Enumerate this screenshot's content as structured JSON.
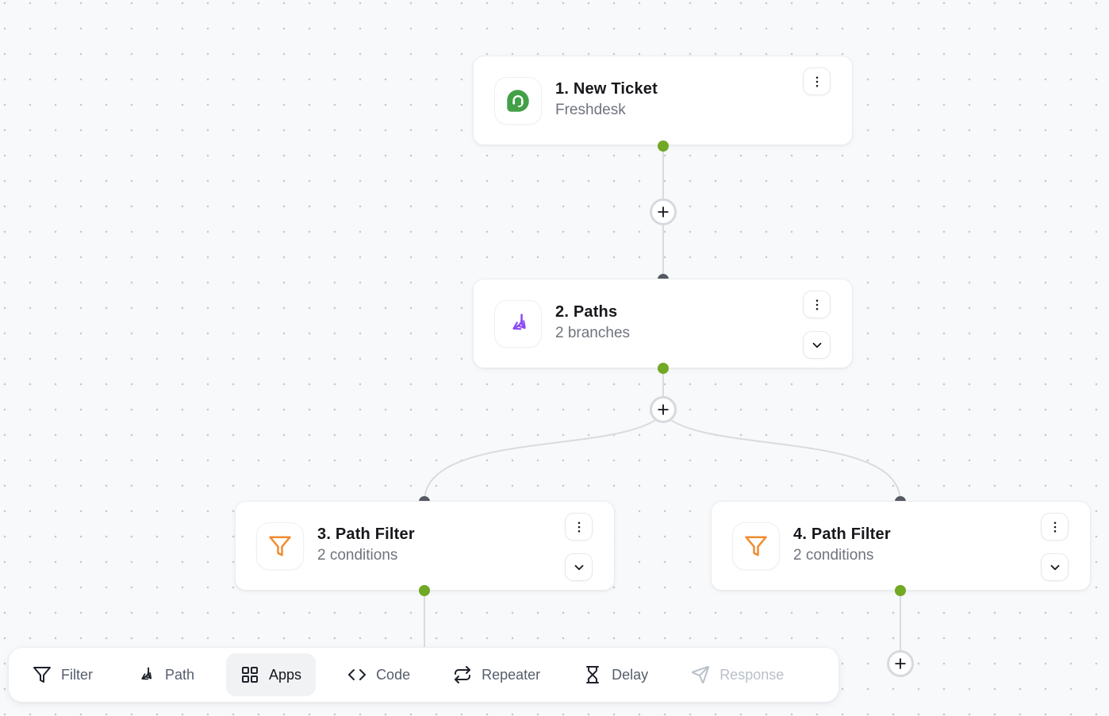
{
  "canvas": {
    "nodes": [
      {
        "title": "1. New Ticket",
        "subtitle": "Freshdesk",
        "app_icon": "freshdesk-icon",
        "icon_color": "#43a047",
        "has_expand": false
      },
      {
        "title": "2. Paths",
        "subtitle": "2 branches",
        "app_icon": "paths-split-icon",
        "icon_color": "#8b4af5",
        "has_expand": true
      },
      {
        "title": "3. Path Filter",
        "subtitle": "2 conditions",
        "app_icon": "funnel-icon",
        "icon_color": "#ef8b30",
        "has_expand": true
      },
      {
        "title": "4. Path Filter",
        "subtitle": "2 conditions",
        "app_icon": "funnel-icon",
        "icon_color": "#ef8b30",
        "has_expand": true
      }
    ],
    "node_buttons": {
      "menu": "kebab-menu-icon",
      "expand": "chevron-down-icon"
    },
    "add_step": {
      "icon": "plus-icon"
    },
    "ports": {
      "output_color": "#71a824",
      "input_color": "#565b63"
    },
    "connector_color": "#d9dbde",
    "background": "#f8f9fa",
    "dot_grid_color": "#c6c9ce"
  },
  "toolbar": {
    "items": [
      {
        "label": "Filter",
        "icon": "filter-icon",
        "state": "default"
      },
      {
        "label": "Path",
        "icon": "path-split-icon",
        "state": "default"
      },
      {
        "label": "Apps",
        "icon": "apps-grid-icon",
        "state": "selected"
      },
      {
        "label": "Code",
        "icon": "code-icon",
        "state": "default"
      },
      {
        "label": "Repeater",
        "icon": "repeater-loop-icon",
        "state": "default"
      },
      {
        "label": "Delay",
        "icon": "delay-hourglass-icon",
        "state": "default"
      },
      {
        "label": "Response",
        "icon": "response-send-icon",
        "state": "disabled"
      }
    ],
    "selected_bg": "#f1f2f4"
  }
}
